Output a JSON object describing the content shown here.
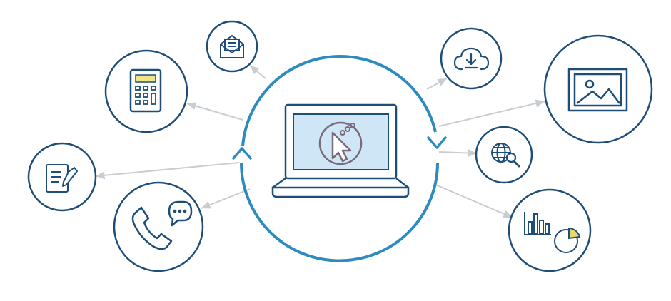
{
  "colors": {
    "primary": "#1e4e78",
    "accent": "#2e8bc0",
    "screen_fill": "#cfe6f7",
    "connector": "#c8cdd2",
    "calculator_display": "#f1e38a",
    "cursor_badge": "#7a6a7a",
    "chart_accent": "#e9d96a"
  },
  "center": {
    "device_icon": "laptop-icon",
    "screen_icon": "cursor-click-icon",
    "cycle_arrows": [
      "arrow-up-icon",
      "arrow-down-icon"
    ]
  },
  "satellites": [
    {
      "name": "email-node",
      "icon": "envelope-icon"
    },
    {
      "name": "calculator-node",
      "icon": "calculator-icon"
    },
    {
      "name": "document-node",
      "icon": "document-edit-icon"
    },
    {
      "name": "phone-chat-node",
      "icon": "phone-chat-icon"
    },
    {
      "name": "cloud-download-node",
      "icon": "cloud-download-icon"
    },
    {
      "name": "image-node",
      "icon": "image-icon"
    },
    {
      "name": "web-search-node",
      "icon": "globe-search-icon"
    },
    {
      "name": "analytics-node",
      "icon": "analytics-chart-icon"
    }
  ]
}
